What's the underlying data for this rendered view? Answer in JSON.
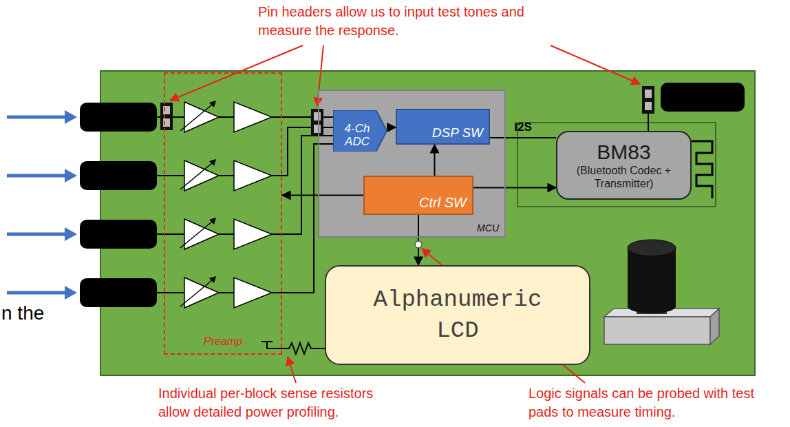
{
  "diagram": {
    "nodes": [
      {
        "text": [
          "Preamp"
        ]
      },
      {
        "text": [
          "MCU"
        ]
      },
      {
        "text": [
          "4-Ch ADC"
        ],
        "in": 1
      },
      {
        "text": [
          "DSP SW"
        ],
        "in": 1
      },
      {
        "text": [
          "Ctrl SW"
        ],
        "in": 1
      },
      {
        "text": [
          "BM83",
          "(Bluetooth Codec + Transmitter)"
        ]
      },
      {
        "text": [
          "Alphanumeric LCD"
        ]
      }
    ],
    "edges": [
      {
        "from": 2,
        "to": 3,
        "arrow": "to"
      },
      {
        "from": 4,
        "to": 3,
        "arrow": "to"
      },
      {
        "from": 3,
        "to": 5,
        "label": "I2S",
        "arrow": "none"
      },
      {
        "from": 4,
        "to": 5,
        "arrow": "to"
      },
      {
        "from": 4,
        "to": 6,
        "arrow": "to"
      },
      {
        "from": 4,
        "to": 0,
        "arrow": "to"
      }
    ],
    "labels": [
      "Pin headers allow us to input test tones and measure the response.",
      "Individual per-block sense resistors allow detailed power profiling.",
      "Logic signals can be probed with test pads to measure timing.",
      "n the"
    ]
  }
}
